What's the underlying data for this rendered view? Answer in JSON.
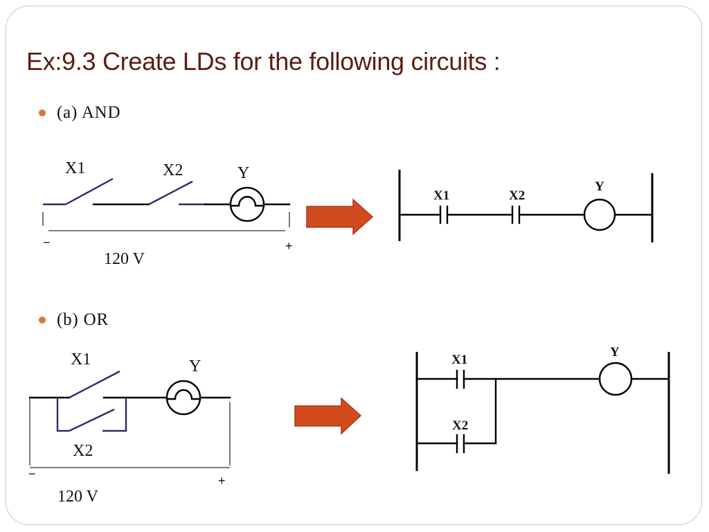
{
  "title": "Ex:9.3 Create LDs for the following circuits :",
  "colors": {
    "title": "#5a1d12",
    "bullet": "#e0743a",
    "arrow_fill": "#d14b1f",
    "arrow_stroke": "#a8391a",
    "switch_line": "#2e2a6c",
    "wire": "#000000",
    "slide_border": "#c8c8c8"
  },
  "sections": [
    {
      "bullet": "(a) AND",
      "circuit": {
        "switch_1": "X1",
        "switch_2": "X2",
        "lamp": "Y",
        "minus": "−",
        "plus": "+",
        "voltage": "120 V"
      },
      "ladder": {
        "contact_1": "X1",
        "contact_2": "X2",
        "coil": "Y"
      }
    },
    {
      "bullet": "(b) OR",
      "circuit": {
        "switch_1": "X1",
        "switch_2": "X2",
        "lamp": "Y",
        "minus": "−",
        "plus": "+",
        "voltage": "120 V"
      },
      "ladder": {
        "contact_1": "X1",
        "contact_2": "X2",
        "coil": "Y"
      }
    }
  ]
}
